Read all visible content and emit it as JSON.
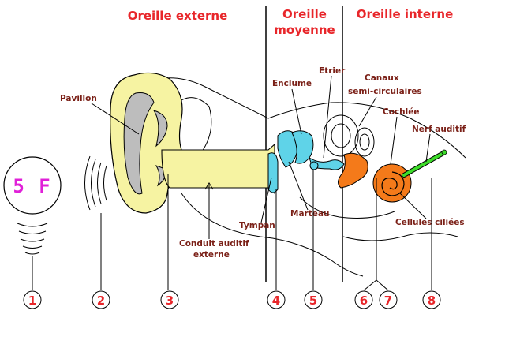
{
  "sections": {
    "external": "Oreille externe",
    "middle_line1": "Oreille",
    "middle_line2": "moyenne",
    "internal": "Oreille interne"
  },
  "sound_source": "5 F",
  "labels": {
    "pavillon": "Pavillon",
    "enclume": "Enclume",
    "etrier": "Etrier",
    "canaux_line1": "Canaux",
    "canaux_line2": "semi-circulaires",
    "cochlee": "Cochlée",
    "nerf_auditif": "Nerf auditif",
    "tympan": "Tympan",
    "marteau": "Marteau",
    "cellules_ciliees": "Cellules ciliées",
    "conduit_line1": "Conduit auditif",
    "conduit_line2": "externe"
  },
  "numbers": [
    "1",
    "2",
    "3",
    "4",
    "5",
    "6",
    "7",
    "8"
  ],
  "colors": {
    "title_red": "#e8262a",
    "label_brown": "#7a1f16",
    "number_red": "#e8262a",
    "source_magenta": "#e020d8",
    "pinna_yellow": "#f6f3a2",
    "cartilage_gray": "#bdbdbd",
    "ossicle_cyan": "#5fd3e8",
    "cochlea_orange": "#f47a1a",
    "nerve_green": "#3ddc2a"
  }
}
